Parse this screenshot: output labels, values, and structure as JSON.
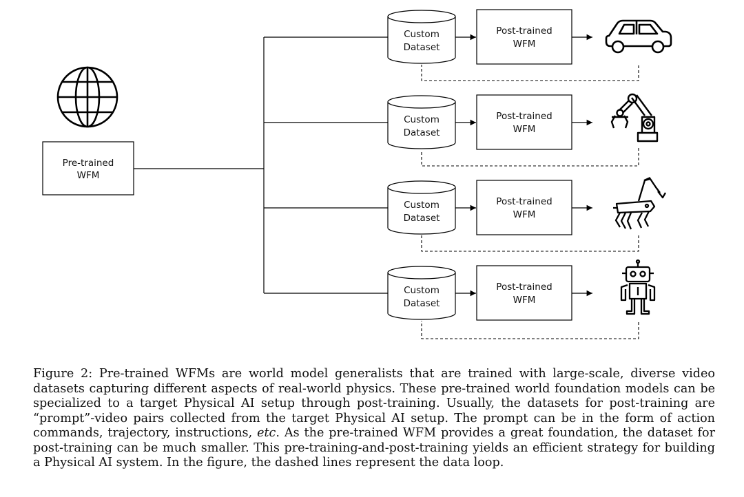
{
  "diagram": {
    "source_node": {
      "label_line1": "Pre-trained",
      "label_line2": "WFM",
      "icon": "globe-icon"
    },
    "branches": [
      {
        "dataset_line1": "Custom",
        "dataset_line2": "Dataset",
        "model_line1": "Post-trained",
        "model_line2": "WFM",
        "target_icon": "car-icon"
      },
      {
        "dataset_line1": "Custom",
        "dataset_line2": "Dataset",
        "model_line1": "Post-trained",
        "model_line2": "WFM",
        "target_icon": "robotic-arm-icon"
      },
      {
        "dataset_line1": "Custom",
        "dataset_line2": "Dataset",
        "model_line1": "Post-trained",
        "model_line2": "WFM",
        "target_icon": "robot-dog-icon"
      },
      {
        "dataset_line1": "Custom",
        "dataset_line2": "Dataset",
        "model_line1": "Post-trained",
        "model_line2": "WFM",
        "target_icon": "humanoid-robot-icon"
      }
    ],
    "colors": {
      "stroke": "#000000",
      "background": "#ffffff"
    }
  },
  "caption": {
    "part1": "Figure 2: Pre-trained WFMs are world model generalists that are trained with large-scale, diverse video datasets capturing different aspects of real-world physics. These pre-trained world foundation models can be specialized to a target Physical AI setup through post-training. Usually, the datasets for post-training are “prompt”-video pairs collected from the target Physical AI setup. The prompt can be in the form of action commands, trajectory, instructions, ",
    "italic": "etc",
    "part2": ". As the pre-trained WFM provides a great foundation, the dataset for post-training can be much smaller. This pre-training-and-post-training yields an efficient strategy for building a Physical AI system. In the figure, the dashed lines represent the data loop."
  }
}
